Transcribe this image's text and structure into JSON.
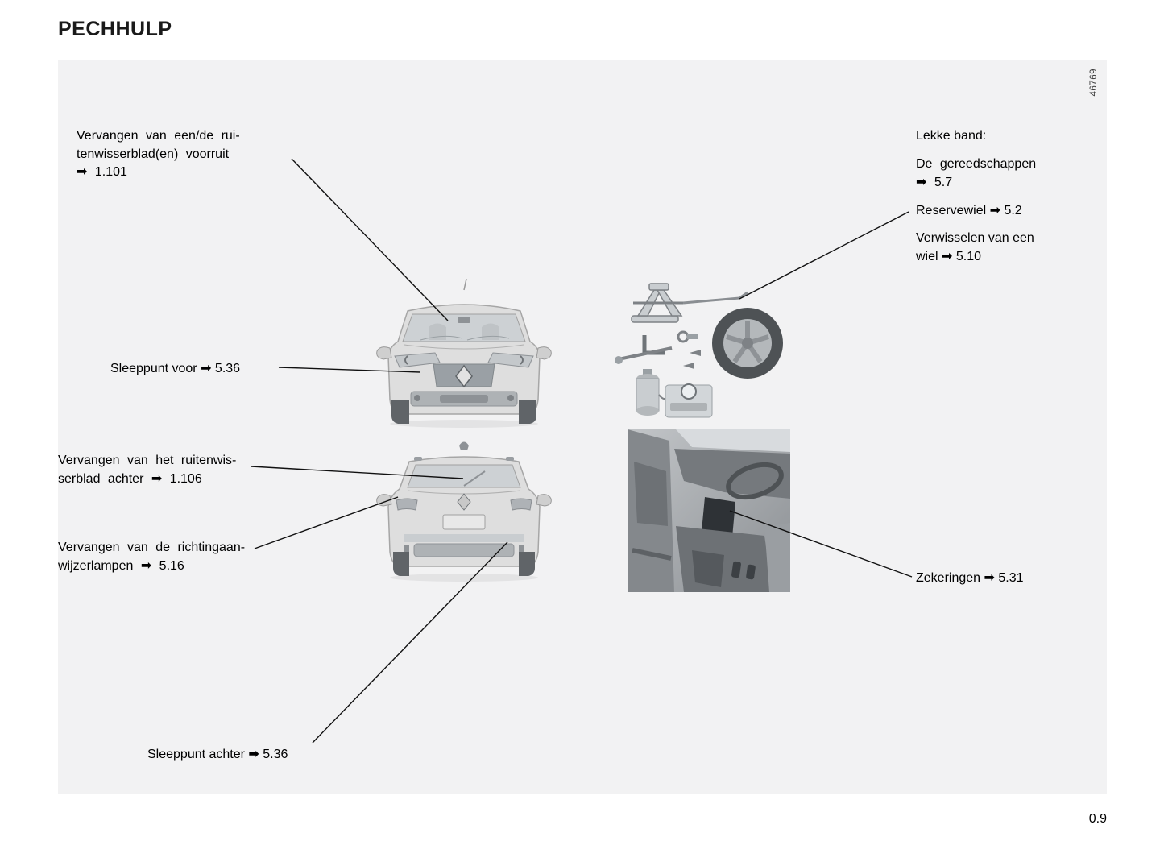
{
  "header": {
    "title": "PECHHULP"
  },
  "figure_number": "46769",
  "page_number": "0.9",
  "callouts": {
    "wiper_front": "Vervangen van een/de rui-\ntenwisserblad(en) voorruit\n➡ 1.101",
    "tow_front": "Sleeppunt voor ➡ 5.36",
    "wiper_rear": "Vervangen van het ruitenwis-\nserblad achter ➡ 1.106",
    "indicators": "Vervangen van de richtingaan-\nwijzerlampen ➡ 5.16",
    "tow_rear": "Sleeppunt achter ➡ 5.36",
    "flat_tyre_heading": "Lekke band:",
    "tools": "De gereedschappen\n➡ 5.7",
    "spare_wheel": "Reservewiel ➡ 5.2",
    "wheel_change": "Verwisselen van een\nwiel ➡ 5.10",
    "fuses": "Zekeringen ➡ 5.31"
  },
  "icons": {
    "reference_arrow": "➡"
  },
  "colors": {
    "canvas_background": "#f2f2f3",
    "leader_line": "#111111",
    "text": "#000000"
  }
}
